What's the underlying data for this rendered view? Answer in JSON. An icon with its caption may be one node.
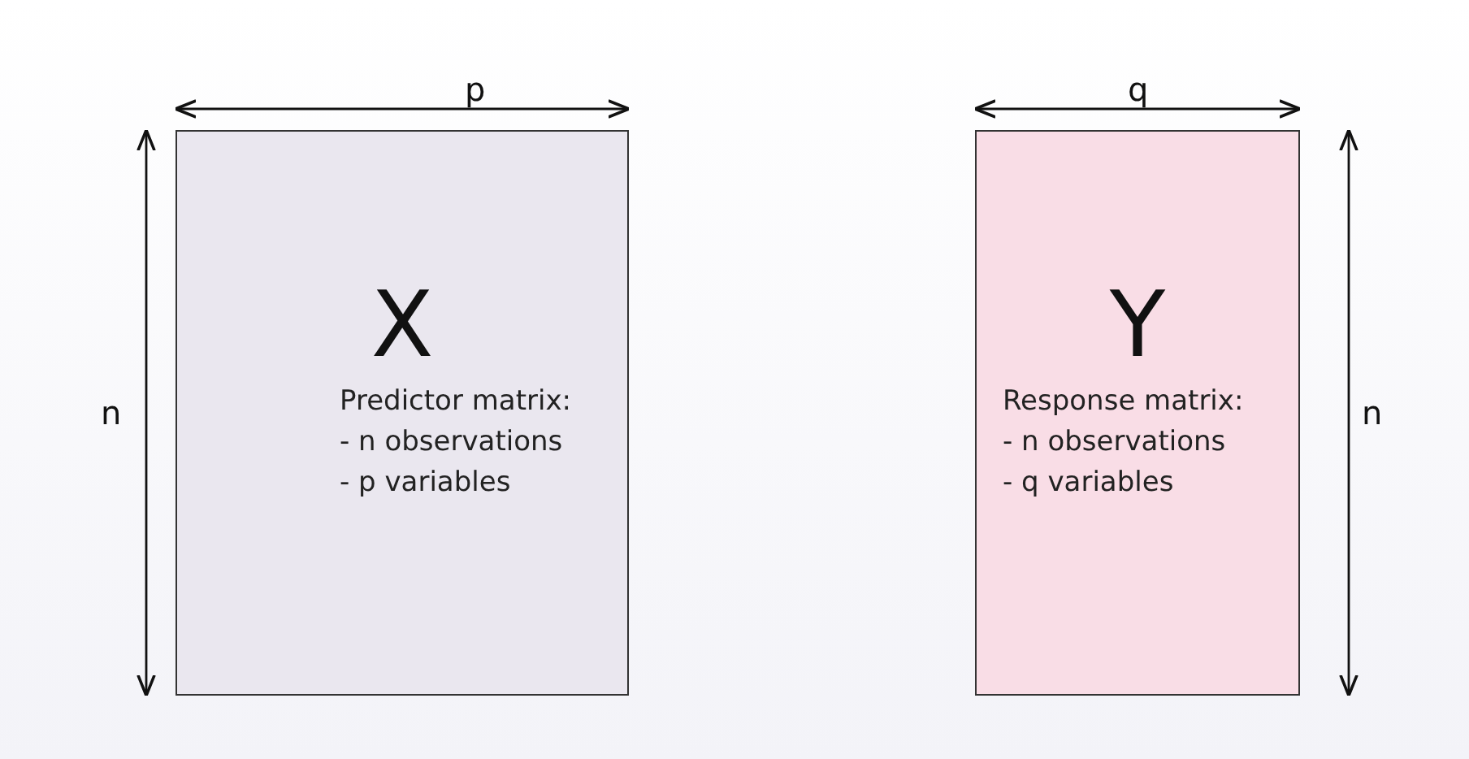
{
  "diagram": {
    "nodes": [
      {
        "text": [
          "X",
          "Predictor matrix:",
          "- n observations",
          "- p variables"
        ]
      },
      {
        "text": [
          "Y",
          "Response matrix:",
          "- n observations",
          "- q variables"
        ]
      }
    ],
    "labels": [
      "p",
      "q",
      "n",
      "n"
    ]
  }
}
